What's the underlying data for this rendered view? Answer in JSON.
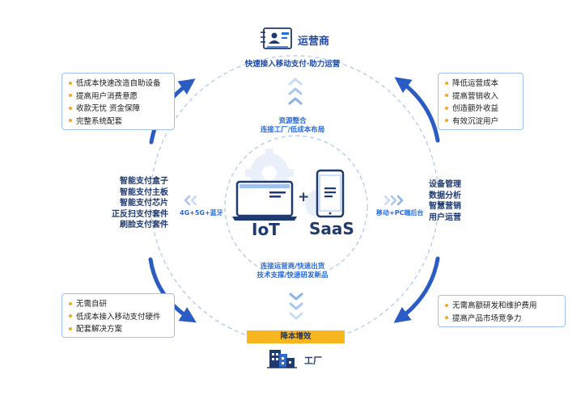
{
  "operator": {
    "title": "运营商",
    "subtitle": "快速接入移动支付·助力运营",
    "icon": "id-card-icon"
  },
  "top_left": [
    "低成本快速改造自助设备",
    "提高用户消费意愿",
    "收款无忧 资金保障",
    "完整系统配套"
  ],
  "top_right": [
    "降低运营成本",
    "提高营销收入",
    "创造额外收益",
    "有效沉淀用户"
  ],
  "bottom_left": [
    "无需自研",
    "低成本接入移动支付硬件",
    "配套解决方案"
  ],
  "bottom_right": [
    "无需高额研发和维护费用",
    "提高产品市场竞争力"
  ],
  "left_products": [
    "智能支付盒子",
    "智能支付主板",
    "智能支付芯片",
    "正反扫支付套件",
    "刷脸支付套件"
  ],
  "right_features": [
    "设备管理",
    "数据分析",
    "智慧营销",
    "用户运营"
  ],
  "left_connect": "4G+5G+蓝牙",
  "right_connect": "移动+PC端后台",
  "resource": {
    "line1": "资源整合",
    "line2": "连接工厂/低成本布局"
  },
  "connect_factory": {
    "line1": "连接运营商/快速出货",
    "line2": "技术支撑/快速研发新品"
  },
  "iot": "IoT",
  "plus": "+",
  "saas": "SaaS",
  "bar_label": "降本增效",
  "factory": {
    "label": "工厂",
    "icon": "factory-building-icon"
  },
  "colors": {
    "navy": "#1f3a6e",
    "blue": "#2a6bd8",
    "light_blue": "#9fc1ec",
    "orange": "#f0a82a",
    "yellow": "#f7b620"
  }
}
